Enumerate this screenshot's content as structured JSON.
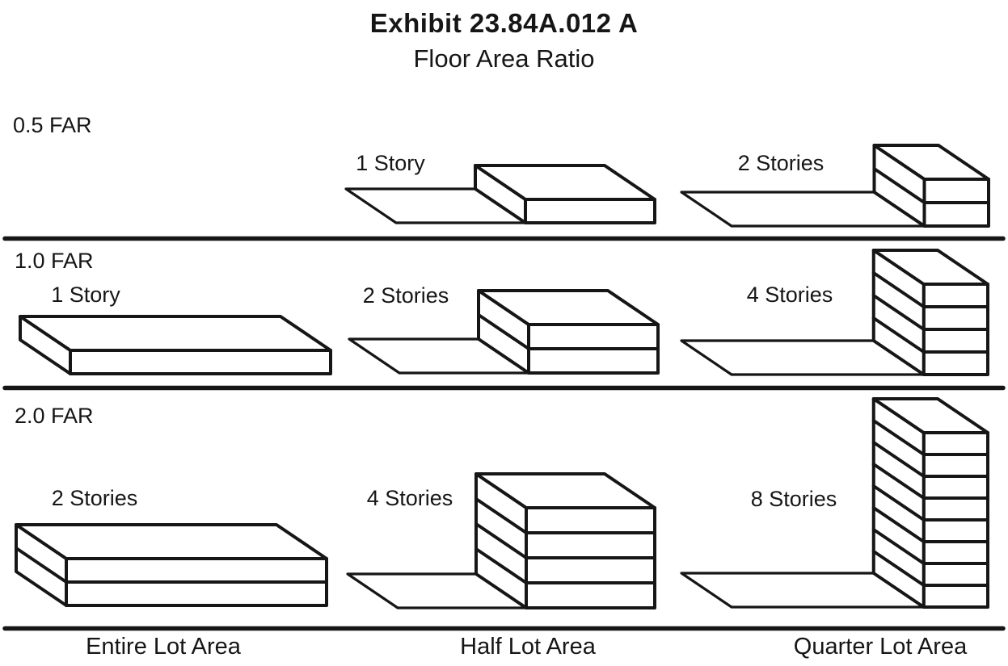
{
  "title": "Exhibit 23.84A.012 A",
  "subtitle": "Floor Area Ratio",
  "columns": [
    {
      "label": "Entire Lot Area"
    },
    {
      "label": "Half Lot Area"
    },
    {
      "label": "Quarter Lot Area"
    }
  ],
  "rows": [
    {
      "far_label": "0.5 FAR",
      "cells": [
        {
          "story_label": "",
          "stories": 0,
          "lot_fraction": 1
        },
        {
          "story_label": "1 Story",
          "stories": 1,
          "lot_fraction": 0.5
        },
        {
          "story_label": "2 Stories",
          "stories": 2,
          "lot_fraction": 0.25
        }
      ]
    },
    {
      "far_label": "1.0 FAR",
      "cells": [
        {
          "story_label": "1 Story",
          "stories": 1,
          "lot_fraction": 1
        },
        {
          "story_label": "2 Stories",
          "stories": 2,
          "lot_fraction": 0.5
        },
        {
          "story_label": "4 Stories",
          "stories": 4,
          "lot_fraction": 0.25
        }
      ]
    },
    {
      "far_label": "2.0 FAR",
      "cells": [
        {
          "story_label": "2 Stories",
          "stories": 2,
          "lot_fraction": 1
        },
        {
          "story_label": "4 Stories",
          "stories": 4,
          "lot_fraction": 0.5
        },
        {
          "story_label": "8 Stories",
          "stories": 8,
          "lot_fraction": 0.25
        }
      ]
    }
  ],
  "colors": {
    "line": "#161616",
    "background": "#ffffff"
  }
}
